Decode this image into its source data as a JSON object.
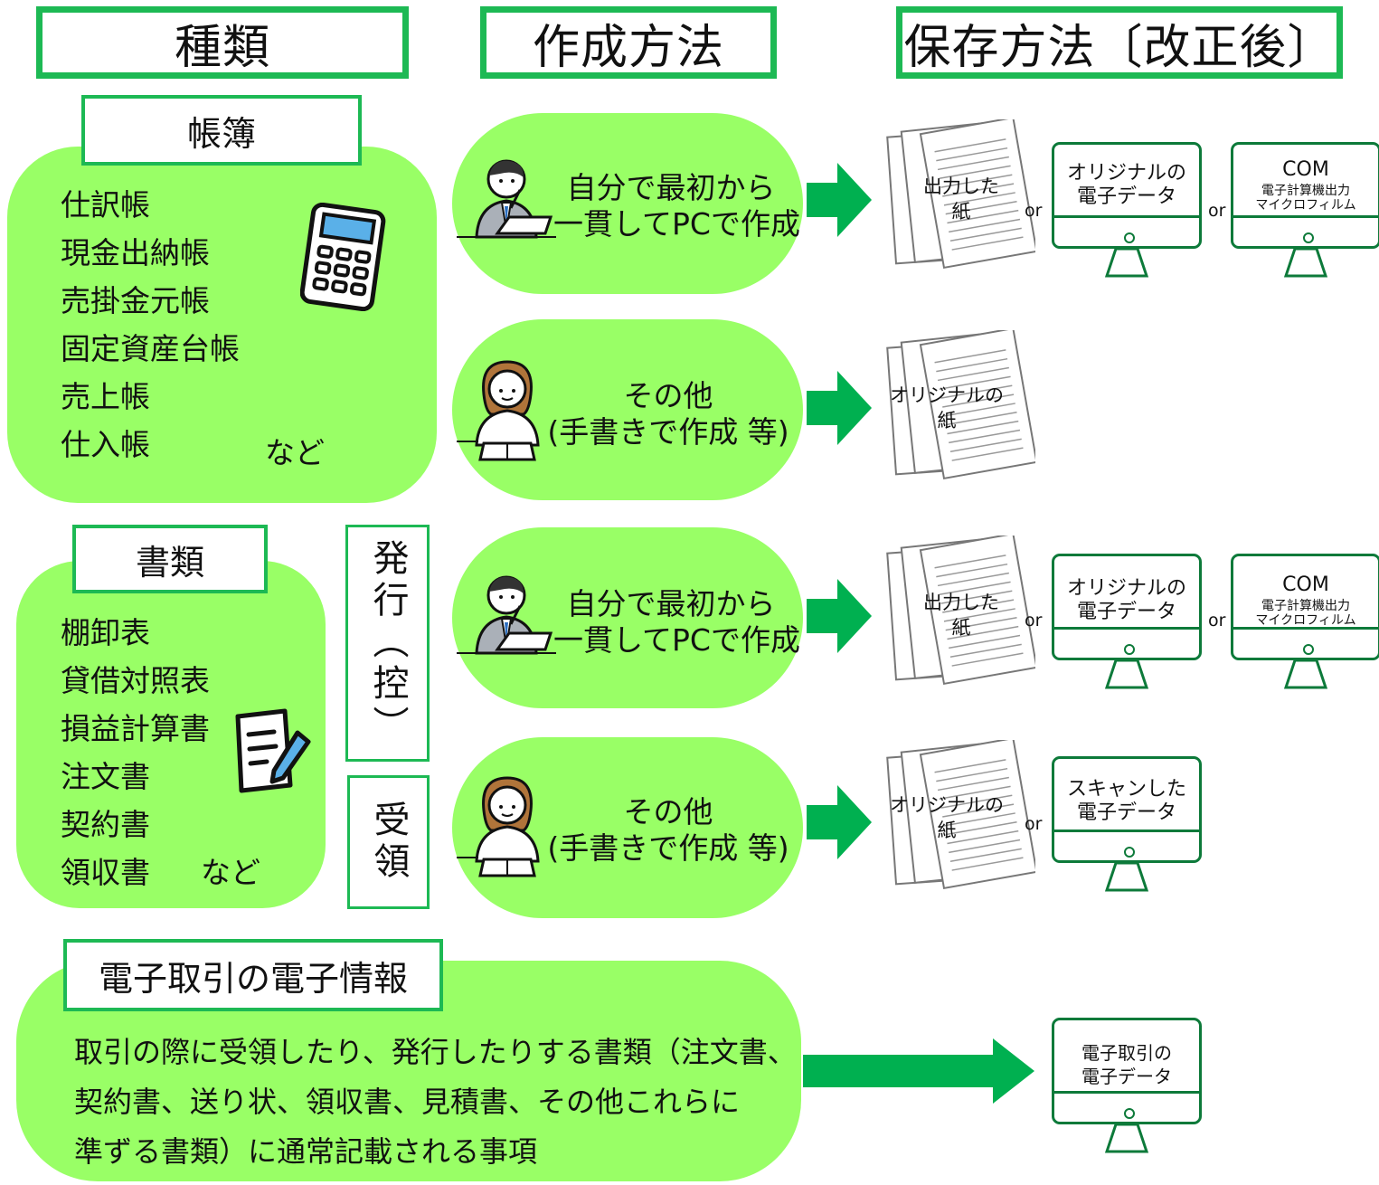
{
  "headers": {
    "type": "種類",
    "method": "作成方法",
    "storage": "保存方法〔改正後〕"
  },
  "books": {
    "title": "帳簿",
    "items": [
      "仕訳帳",
      "現金出納帳",
      "売掛金元帳",
      "固定資産台帳",
      "売上帳",
      "仕入帳"
    ],
    "etc": "など"
  },
  "docs": {
    "title": "書類",
    "items": [
      "棚卸表",
      "貸借対照表",
      "損益計算書",
      "注文書",
      "契約書",
      "領収書"
    ],
    "etc": "など"
  },
  "side_labels": {
    "issue": "発行（控）",
    "receive": "受領"
  },
  "methods": {
    "pc_line1": "自分で最初から",
    "pc_line2": "一貫してPCで作成",
    "hand_line1": "その他",
    "hand_line2": "(手書きで作成 等)"
  },
  "storage": {
    "printed_paper_1": "出力した",
    "printed_paper_2": "紙",
    "original_paper_1": "オリジナルの",
    "original_paper_2": "紙",
    "or": "or",
    "original_data_1": "オリジナルの",
    "original_data_2": "電子データ",
    "com_1": "COM",
    "com_2": "電子計算機出力",
    "com_3": "マイクロフィルム",
    "scan_1": "スキャンした",
    "scan_2": "電子データ",
    "etrans_1": "電子取引の",
    "etrans_2": "電子データ"
  },
  "etrans": {
    "title": "電子取引の電子情報",
    "line1": "取引の際に受領したり、発行したりする書類（注文書、",
    "line2": "契約書、送り状、領収書、見積書、その他これらに",
    "line3": "準ずる書類）に通常記載される事項"
  },
  "colors": {
    "green_border": "#1db954",
    "blob_fill": "#99ff66",
    "arrow": "#00b050",
    "monitor": "#0d7a3a"
  },
  "icons": [
    "calculator-icon",
    "memo-pencil-icon",
    "man-pc-illustration",
    "woman-writing-illustration",
    "paper-stack-icon",
    "monitor-icon",
    "arrow-right-icon"
  ]
}
